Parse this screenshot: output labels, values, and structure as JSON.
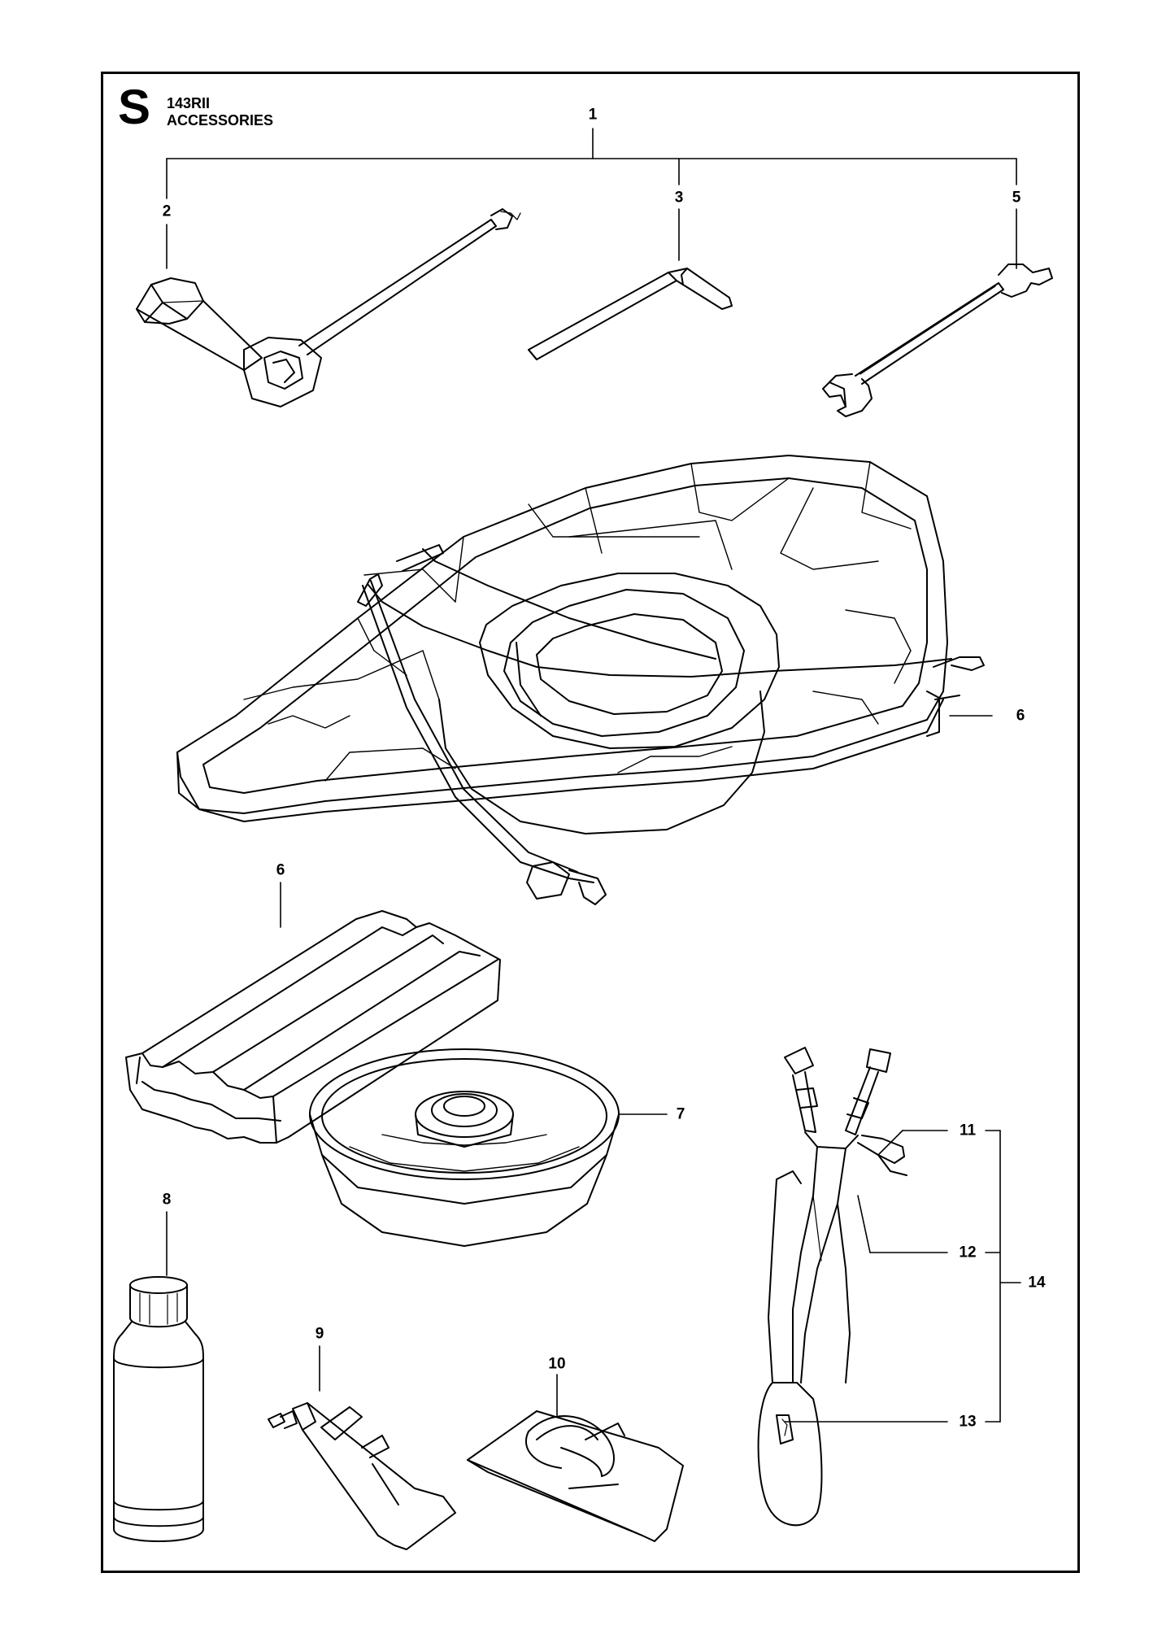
{
  "page": {
    "section_letter": "S",
    "model": "143RII",
    "title": "ACCESSORIES"
  },
  "callouts": {
    "c1": "1",
    "c2": "2",
    "c3": "3",
    "c5": "5",
    "c6a": "6",
    "c6b": "6",
    "c7": "7",
    "c8": "8",
    "c9": "9",
    "c10": "10",
    "c11": "11",
    "c12": "12",
    "c13": "13",
    "c14": "14"
  },
  "parts": [
    {
      "id": "spark-plug-wrench",
      "icon": "spark-plug-wrench-icon"
    },
    {
      "id": "hex-key",
      "icon": "hex-key-icon"
    },
    {
      "id": "combination-wrench",
      "icon": "combination-wrench-icon"
    },
    {
      "id": "blade-guard",
      "icon": "blade-guard-icon"
    },
    {
      "id": "transport-guard",
      "icon": "transport-guard-icon"
    },
    {
      "id": "support-cup",
      "icon": "support-cup-icon"
    },
    {
      "id": "oil-bottle",
      "icon": "oil-bottle-icon"
    },
    {
      "id": "grease-tube",
      "icon": "grease-tube-icon"
    },
    {
      "id": "tool-bag",
      "icon": "bag-icon"
    },
    {
      "id": "harness",
      "icon": "harness-icon"
    }
  ]
}
